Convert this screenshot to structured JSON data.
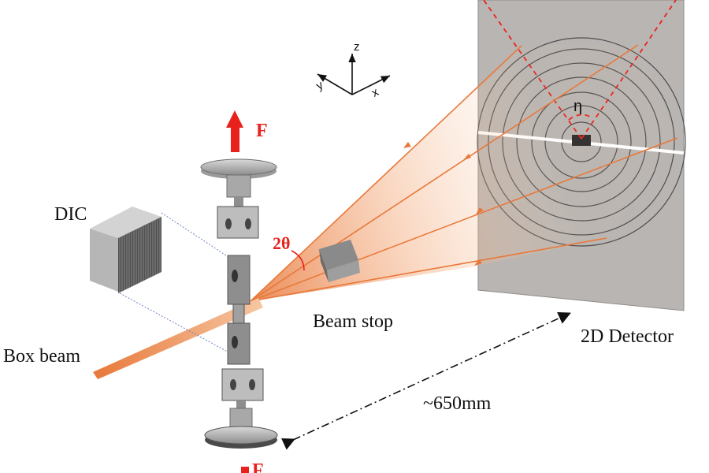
{
  "labels": {
    "dic": "DIC",
    "box_beam": "Box beam",
    "beam_stop": "Beam stop",
    "detector": "2D Detector",
    "distance": "~650mm",
    "two_theta": "2θ",
    "eta": "η",
    "force_top": "F",
    "force_bottom": "F"
  },
  "axes": {
    "z": "z",
    "y": "y",
    "x": "x"
  },
  "colors": {
    "beam": "#e8783a",
    "force": "#e8211c",
    "detector": "#b9b5b2",
    "dashed": "#e8211c"
  }
}
